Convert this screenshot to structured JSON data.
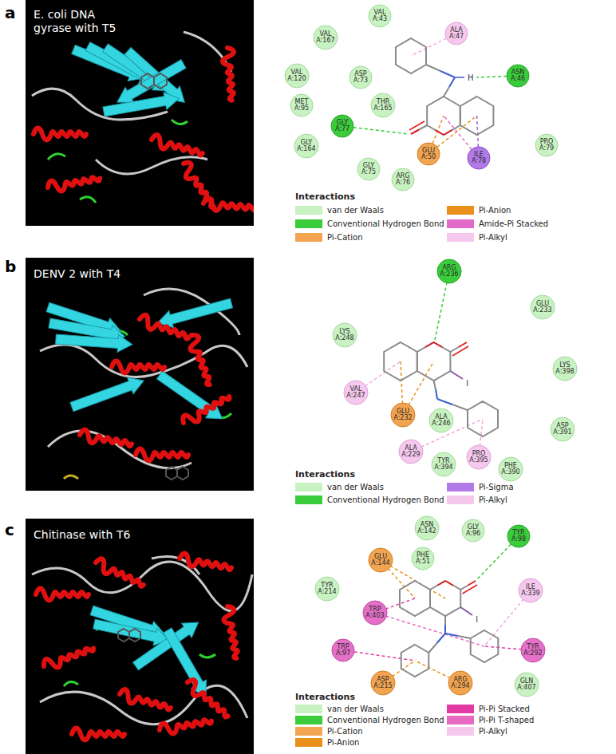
{
  "diagram": {
    "nodes": [
      {
        "text": [
          "VAL A:43"
        ]
      },
      {
        "text": [
          "ALA A:47"
        ]
      },
      {
        "text": [
          "VAL A:167"
        ]
      },
      {
        "text": [
          "VAL A:120"
        ]
      },
      {
        "text": [
          "ASP A:73"
        ]
      },
      {
        "text": [
          "ASN A:46"
        ]
      },
      {
        "text": [
          "MET A:95"
        ]
      },
      {
        "text": [
          "THR A:165"
        ]
      },
      {
        "text": [
          "GLY A:77"
        ]
      },
      {
        "text": [
          "PRO A:79"
        ]
      },
      {
        "text": [
          "GLY A:164"
        ]
      },
      {
        "text": [
          "GLU A:50"
        ]
      },
      {
        "text": [
          "ILE A:78"
        ]
      },
      {
        "text": [
          "GLY A:75"
        ]
      },
      {
        "text": [
          "ARG A:76"
        ]
      },
      {
        "text": [
          "ARG A:236"
        ]
      },
      {
        "text": [
          "GLU A:233"
        ]
      },
      {
        "text": [
          "LYS A:248"
        ]
      },
      {
        "text": [
          "LYS A:398"
        ]
      },
      {
        "text": [
          "VAL A:247"
        ]
      },
      {
        "text": [
          "GLU A:232"
        ]
      },
      {
        "text": [
          "ALA A:246"
        ]
      },
      {
        "text": [
          "ASP A:391"
        ]
      },
      {
        "text": [
          "ALA A:229"
        ]
      },
      {
        "text": [
          "PRO A:395"
        ]
      },
      {
        "text": [
          "TYR A:394"
        ]
      },
      {
        "text": [
          "PHE A:390"
        ]
      },
      {
        "text": [
          "ASN A:142"
        ]
      },
      {
        "text": [
          "GLY A:96"
        ]
      },
      {
        "text": [
          "TYR A:98"
        ]
      },
      {
        "text": [
          "GLU A:144"
        ]
      },
      {
        "text": [
          "PHE A:51"
        ]
      },
      {
        "text": [
          "TYR A:214"
        ]
      },
      {
        "text": [
          "ILE A:339"
        ]
      },
      {
        "text": [
          "TRP A:403"
        ]
      },
      {
        "text": [
          "TRP A:97"
        ]
      },
      {
        "text": [
          "TYR A:292"
        ]
      },
      {
        "text": [
          "ASP A:215"
        ]
      },
      {
        "text": [
          "ARG A:294"
        ]
      },
      {
        "text": [
          "GLN A:407"
        ]
      }
    ],
    "labels": [
      "a",
      "E. coli DNA gyrase with T5",
      "H",
      "Interactions",
      "b",
      "DENV 2 with T4",
      "I",
      "Interactions",
      "c",
      "Chitinase with T6",
      "I",
      "Interactions"
    ],
    "legend": [
      {
        "text": "van der Waals",
        "color": "#c9f2c2"
      },
      {
        "text": "Conventional Hydrogen Bond",
        "color": "#3bcc3b"
      },
      {
        "text": "Pi-Cation",
        "color": "#f2a451"
      },
      {
        "text": "Pi-Anion",
        "color": "#e8901a"
      },
      {
        "text": "Amide-Pi Stacked",
        "color": "#e26bc8"
      },
      {
        "text": "Pi-Alkyl",
        "color": "#f6c8ee"
      },
      {
        "text": "van der Waals",
        "color": "#c9f2c2"
      },
      {
        "text": "Conventional Hydrogen Bond",
        "color": "#3bcc3b"
      },
      {
        "text": "Pi-Sigma",
        "color": "#b27ae8"
      },
      {
        "text": "Pi-Alkyl",
        "color": "#f6c8ee"
      },
      {
        "text": "van der Waals",
        "color": "#c9f2c2"
      },
      {
        "text": "Conventional Hydrogen Bond",
        "color": "#3bcc3b"
      },
      {
        "text": "Pi-Cation",
        "color": "#f2a451"
      },
      {
        "text": "Pi-Anion",
        "color": "#e8901a"
      },
      {
        "text": "Pi-Pi Stacked",
        "color": "#e23ba5"
      },
      {
        "text": "Pi-Pi T-shaped",
        "color": "#e86ac0"
      },
      {
        "text": "Pi-Alkyl",
        "color": "#f6c8ee"
      }
    ]
  }
}
